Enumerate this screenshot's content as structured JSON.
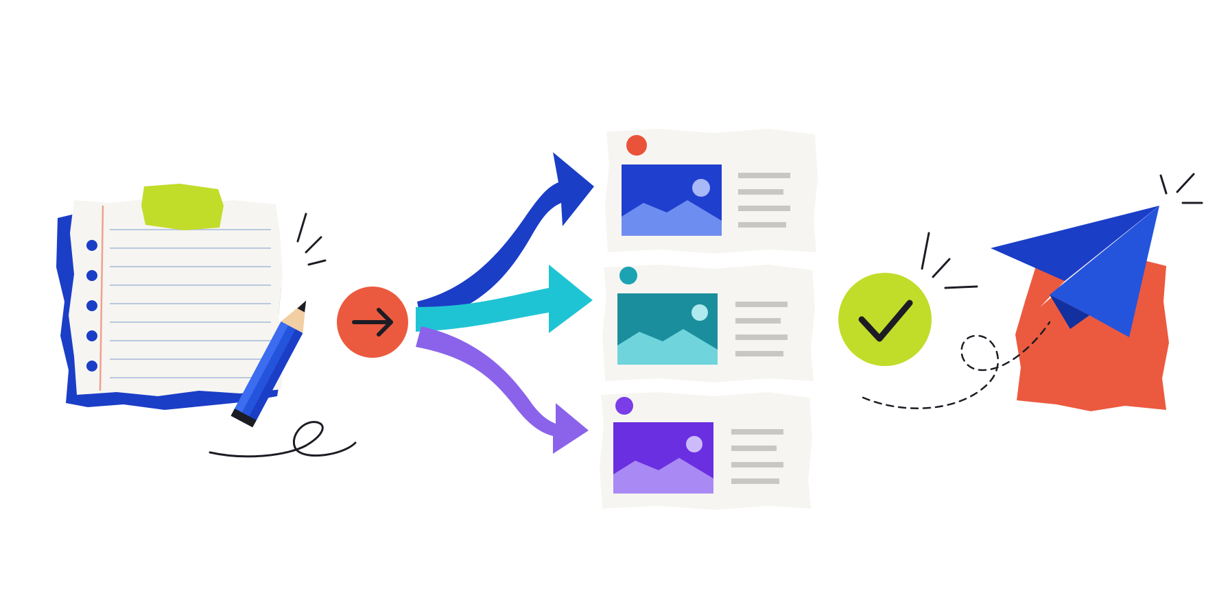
{
  "illustration": {
    "theme": "content-workflow",
    "steps": [
      {
        "id": "draft",
        "icon": "notepad-icon"
      },
      {
        "id": "start",
        "icon": "arrow-right-icon"
      },
      {
        "id": "distribute",
        "icon": "branch-arrows-icon"
      },
      {
        "id": "variants",
        "icon": "content-card-icon"
      },
      {
        "id": "approve",
        "icon": "checkmark-icon"
      },
      {
        "id": "publish",
        "icon": "paper-plane-icon"
      }
    ],
    "content_cards": [
      {
        "accent": "#e8533a",
        "image": "#1f3fcf",
        "mountain": "#6e8df0",
        "sun": "#a9b8f6"
      },
      {
        "accent": "#1ba3b3",
        "image": "#1a8e9c",
        "mountain": "#6fd4dc",
        "sun": "#aeeaee"
      },
      {
        "accent": "#7a3de8",
        "image": "#6a2fe0",
        "mountain": "#a989f3",
        "sun": "#cdbbf9"
      }
    ],
    "colors": {
      "navy_blue": "#1b3ec7",
      "cyan": "#1fc4d4",
      "purple": "#8a63ea",
      "coral": "#eb5a3f",
      "lime": "#c2dc2a",
      "paper": "#f6f5f1",
      "ink": "#1c1c24",
      "line_gray": "#c9c7c4"
    }
  }
}
